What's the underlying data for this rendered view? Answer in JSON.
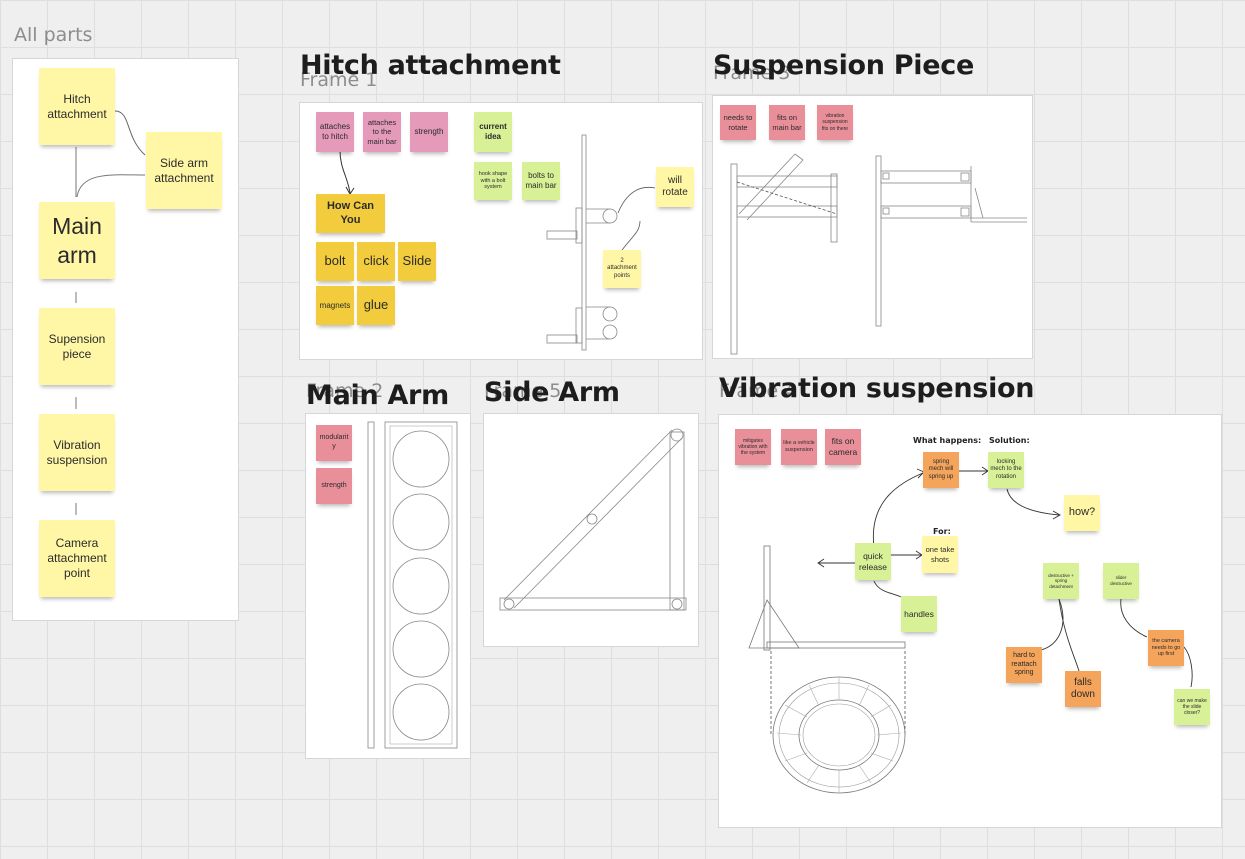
{
  "all_parts": {
    "label": "All parts",
    "notes": {
      "hitch": "Hitch attachment",
      "side_arm": "Side arm attachment",
      "main_arm": "Main arm",
      "suspension": "Supension piece",
      "vibration": "Vibration suspension",
      "camera": "Camera attachment point"
    }
  },
  "hitch": {
    "title": "Hitch attachment",
    "frame_label": "Frame 1",
    "notes": {
      "attaches_hitch": "attaches to hitch",
      "attaches_main": "attaches to the main bar",
      "strength": "strength",
      "current_idea": "current idea",
      "hook_shape": "hook shape with a bolt system",
      "bolts_main": "bolts to main bar",
      "will_rotate": "will rotate",
      "attachment_points": "2 attachment points",
      "how_can_you": "How Can You",
      "bolt": "bolt",
      "click": "click",
      "slide": "Slide",
      "magnets": "magnets",
      "glue": "glue"
    }
  },
  "suspension_piece": {
    "title": "Suspension Piece",
    "frame_label": "Frame 3",
    "notes": {
      "rotate": "needs to rotate",
      "fits_main": "fits on main bar",
      "vibration_fits": "vibration suspension fits on there"
    }
  },
  "main_arm": {
    "title": "Main Arm",
    "frame_label": "Frame 2",
    "notes": {
      "modularity": "modularity",
      "strength": "strength"
    }
  },
  "side_arm": {
    "title": "Side Arm",
    "frame_label": "Frame 5"
  },
  "vibration": {
    "title": "Vibration suspension",
    "frame_label": "Frame 4",
    "labels": {
      "what_happens": "What happens:",
      "solution": "Solution:",
      "for": "For:"
    },
    "notes": {
      "mitigates": "mitigates vibration with the system",
      "like_suspension": "like a vehicle suspension",
      "fits_camera": "fits on camera",
      "spring_mech": "spring mech will spring up",
      "locking_mech": "locking mech to the rotation",
      "how": "how?",
      "quick_release": "quick release",
      "one_take": "one take shots",
      "handles": "handles",
      "destructive": "destructive + spring detachment",
      "slider": "slider destructive",
      "hard_reattach": "hard to reattach spring",
      "falls_down": "falls down",
      "camera_needs": "the camera needs to go up first",
      "make_slide": "can we make the slide closer?"
    }
  }
}
